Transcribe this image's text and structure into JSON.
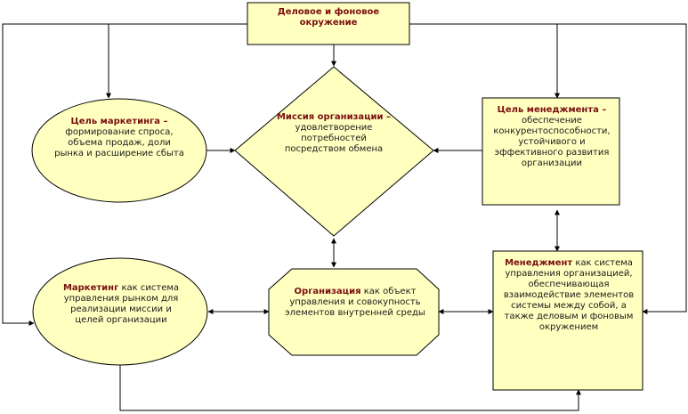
{
  "nodes": {
    "environment": {
      "title": "Деловое и фоновое окружение",
      "text": ""
    },
    "mission": {
      "title": "Миссия организации –",
      "text": "удовлетворение потребностей посредством обмена"
    },
    "marketing_goal": {
      "title": "Цель маркетинга –",
      "text": "формирование спроса, объема продаж, доли рынка и расширение сбыта"
    },
    "management_goal": {
      "title": "Цель менеджмента –",
      "text": "обеспечение конкурентоспособности, устойчивого и эффективного развития организации"
    },
    "marketing": {
      "title": "Маркетинг",
      "text": "как система управления рынком для реализации миссии и целей организации"
    },
    "organization": {
      "title": "Организация",
      "text": "как объект управления и совокупность элементов внутренней среды"
    },
    "management": {
      "title": "Менеджмент",
      "text": "как система управления организацией, обеспечивающая взаимодействие элементов системы между собой, а также деловым и фоновым окружением"
    }
  },
  "colors": {
    "fill": "#ffffc0",
    "stroke": "#000000",
    "title": "#7a1010"
  }
}
